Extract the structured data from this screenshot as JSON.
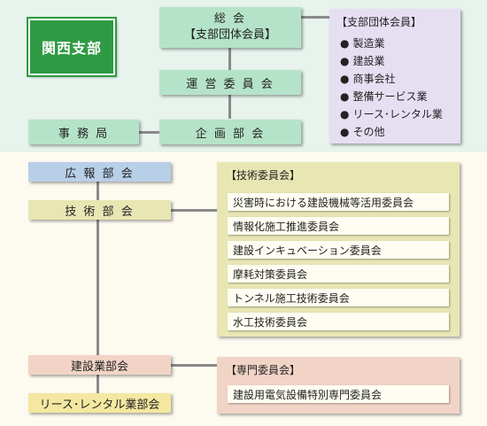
{
  "branch": "関西支部",
  "boxes": {
    "general_assembly_line1": "総 会",
    "general_assembly_line2": "【支部団体会員】",
    "steering": "運 営 委 員 会",
    "secretariat": "事 務 局",
    "planning": "企 画 部 会",
    "pr": "広 報 部 会",
    "technical": "技 術 部 会",
    "construction": "建設業部会",
    "lease": "リース･レンタル業部会"
  },
  "members_panel": {
    "title": "【支部団体会員】",
    "items": [
      "製造業",
      "建設業",
      "商事会社",
      "整備サービス業",
      "リース･レンタル業",
      "その他"
    ]
  },
  "tech_panel": {
    "title": "【技術委員会】",
    "items": [
      "災害時における建設機械等活用委員会",
      "情報化施工推進委員会",
      "建設インキュベーション委員会",
      "摩耗対策委員会",
      "トンネル施工技術委員会",
      "水工技術委員会"
    ]
  },
  "special_panel": {
    "title": "【専門委員会】",
    "items": [
      "建設用電気設備特別専門委員会"
    ]
  },
  "colors": {
    "badge": "#2f9a44",
    "top_band": "#e7f3ec",
    "bottom_band": "#fdfaf0"
  }
}
